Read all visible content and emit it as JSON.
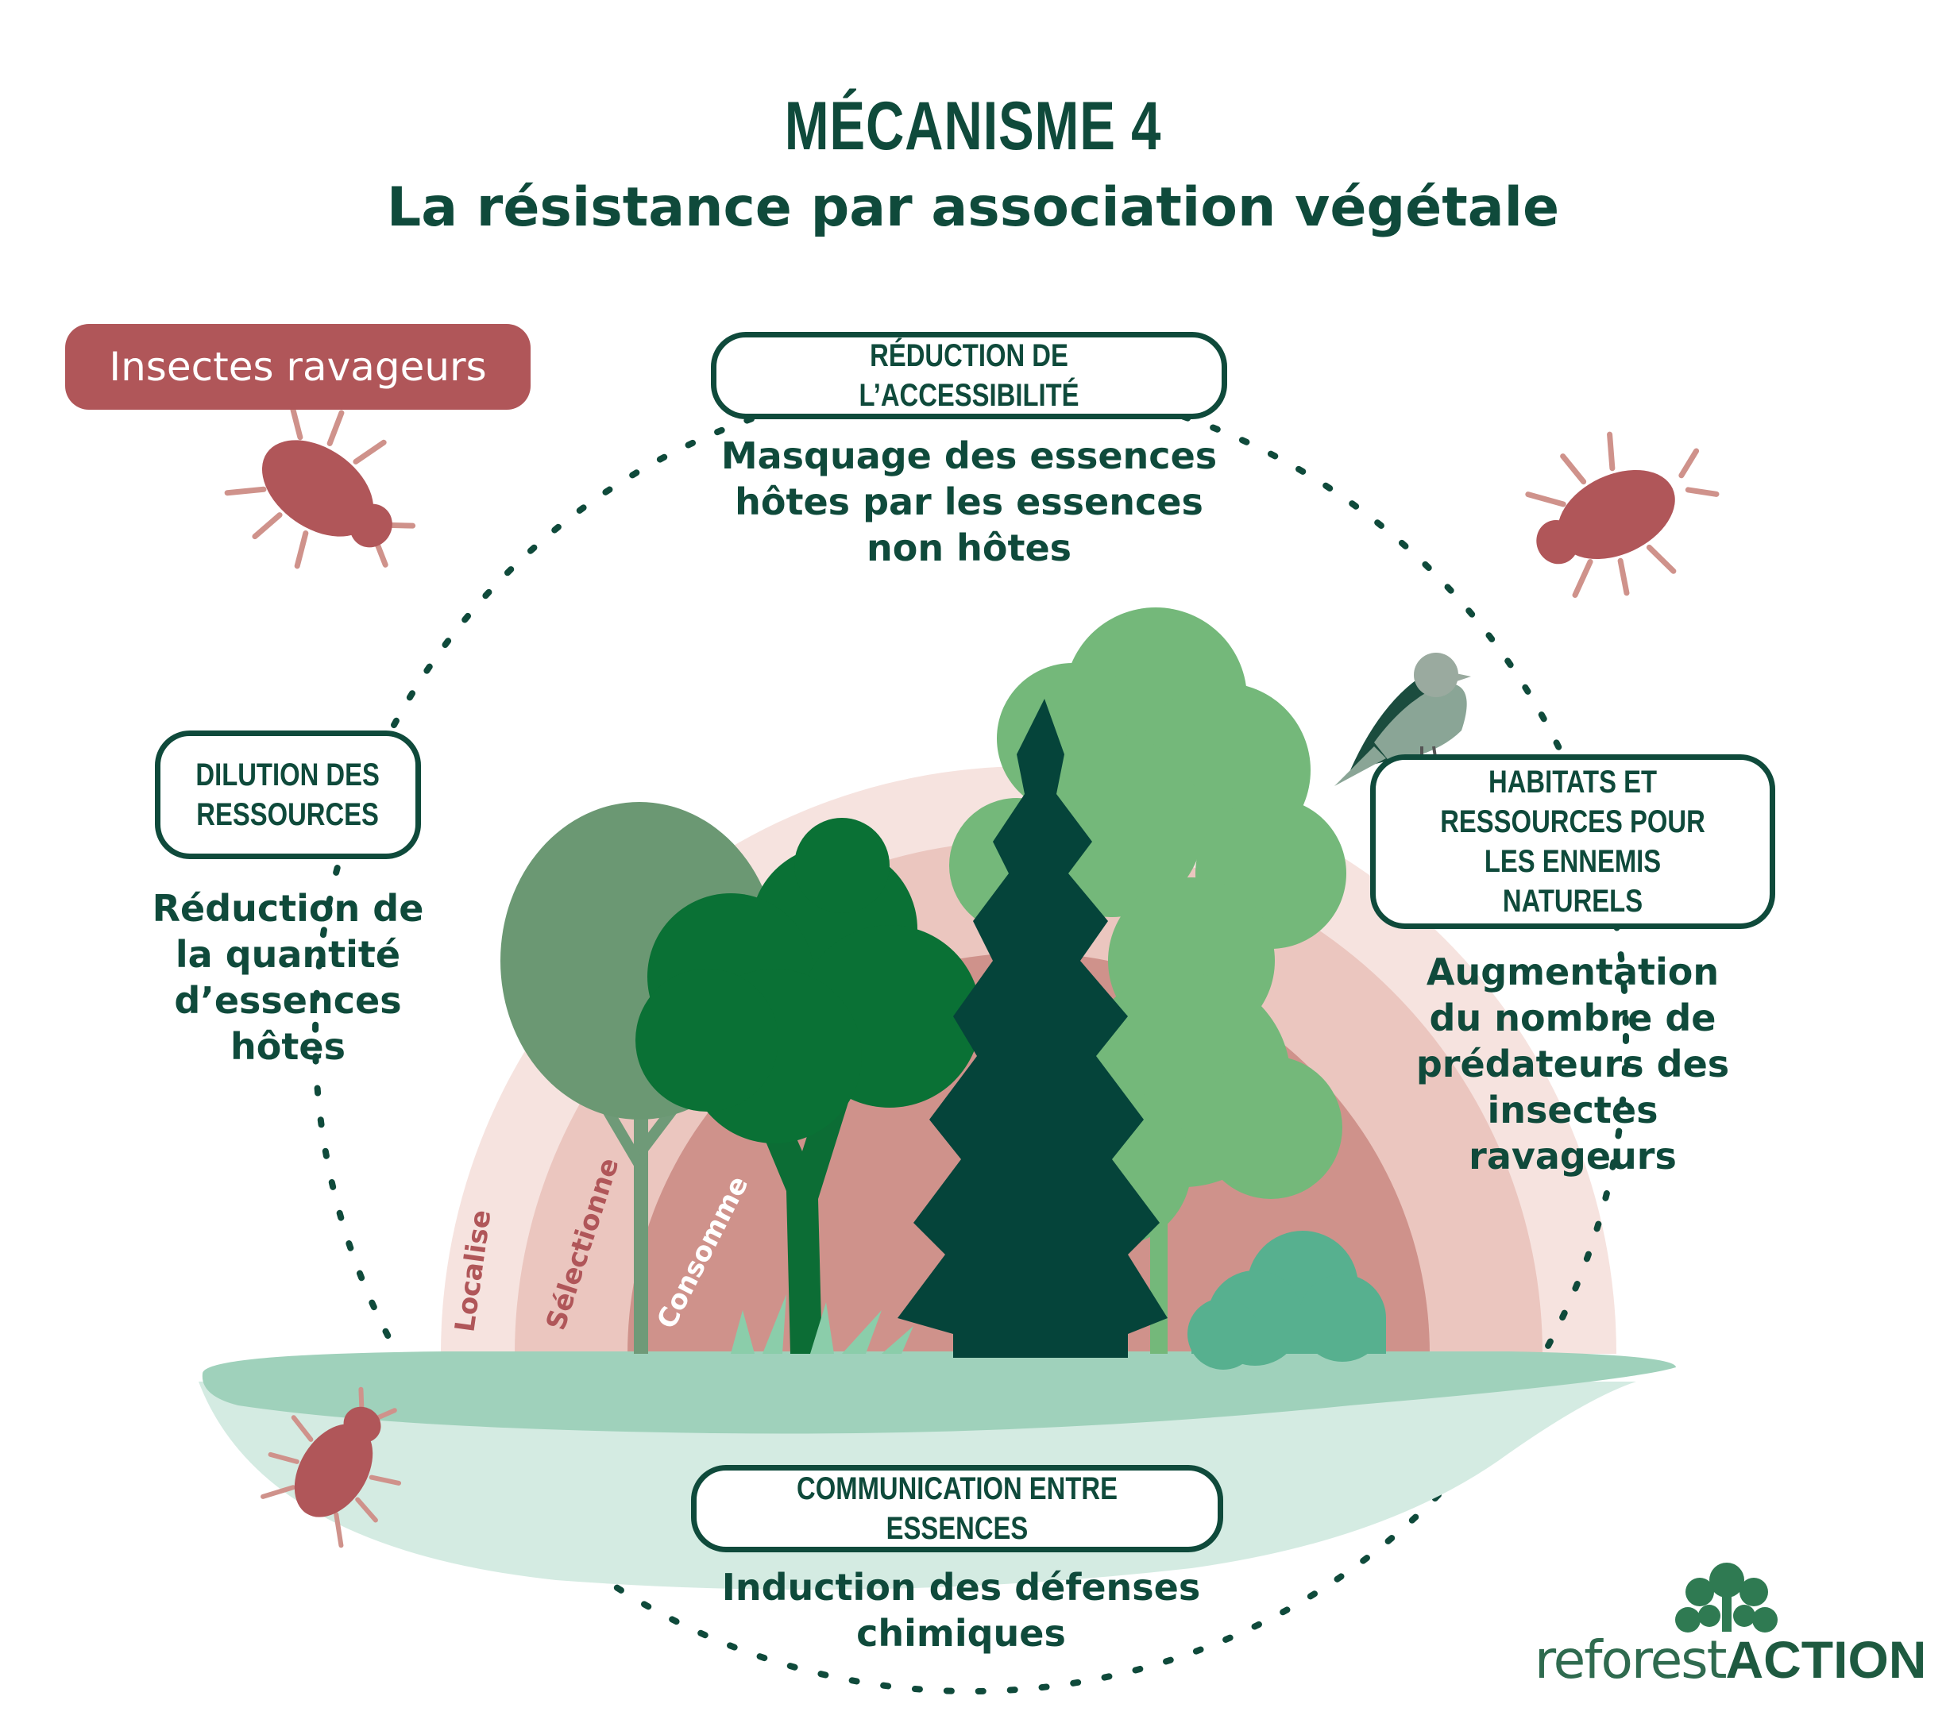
{
  "header": {
    "title": "MÉCANISME 4",
    "subtitle": "La résistance par association végétale"
  },
  "tag": {
    "label": "Insectes ravageurs"
  },
  "mechanisms": {
    "accessibility": {
      "title": "RÉDUCTION DE L’ACCESSIBILITÉ",
      "description": "Masquage des essences\nhôtes par les essences\nnon hôtes"
    },
    "dilution": {
      "title": "DILUTION DES\nRESSOURCES",
      "description": "Réduction de\nla quantité\nd’essences\nhôtes"
    },
    "habitats": {
      "title": "HABITATS ET\nRESSOURCES POUR\nLES ENNEMIS NATURELS",
      "description": "Augmentation\ndu nombre de\nprédateurs des\ninsectes\nravageurs"
    },
    "communication": {
      "title": "COMMUNICATION ENTRE ESSENCES",
      "description": "Induction des défenses\nchimiques"
    }
  },
  "arc_labels": [
    "Localise",
    "Sélectionne",
    "Consomme"
  ],
  "logo": {
    "part1": "reforest",
    "part2": "ACTION"
  },
  "colors": {
    "dark_green": "#0f4a3b",
    "insect_red": "#b05659",
    "arc_outer": "#f6e3df",
    "arc_middle": "#e8c3bd",
    "arc_inner": "#cf928b",
    "ground": "#9fd1bb",
    "ground_light": "#d4ebe2"
  },
  "icons": [
    "beetle-icon",
    "bird-icon",
    "tree-icon",
    "conifer-icon",
    "bush-icon",
    "grass-icon",
    "logo-tree-icon"
  ]
}
